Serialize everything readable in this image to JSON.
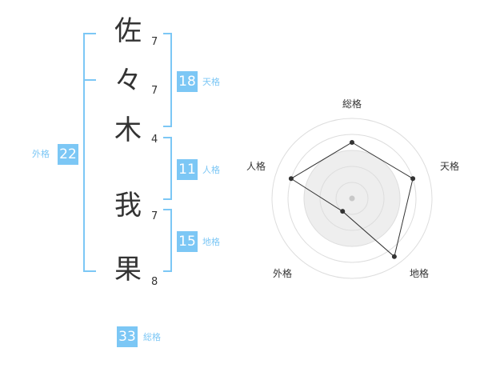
{
  "characters": [
    {
      "char": "佐",
      "strokes": "7"
    },
    {
      "char": "々",
      "strokes": "7"
    },
    {
      "char": "木",
      "strokes": "4"
    },
    {
      "char": "我",
      "strokes": "7"
    },
    {
      "char": "果",
      "strokes": "8"
    }
  ],
  "scores": {
    "tenkaku": {
      "value": "18",
      "label": "天格"
    },
    "jinkaku": {
      "value": "11",
      "label": "人格"
    },
    "chikaku": {
      "value": "15",
      "label": "地格"
    },
    "gaikaku": {
      "value": "22",
      "label": "外格"
    },
    "soukaku": {
      "value": "33",
      "label": "総格"
    }
  },
  "colors": {
    "accent": "#7cc7f5",
    "text": "#333333",
    "radar_fill": "#eeeeee"
  },
  "chart_data": {
    "type": "radar",
    "axes": [
      "総格",
      "天格",
      "地格",
      "外格",
      "人格"
    ],
    "values": [
      3.5,
      4,
      4.5,
      1,
      4
    ],
    "max": 5
  }
}
